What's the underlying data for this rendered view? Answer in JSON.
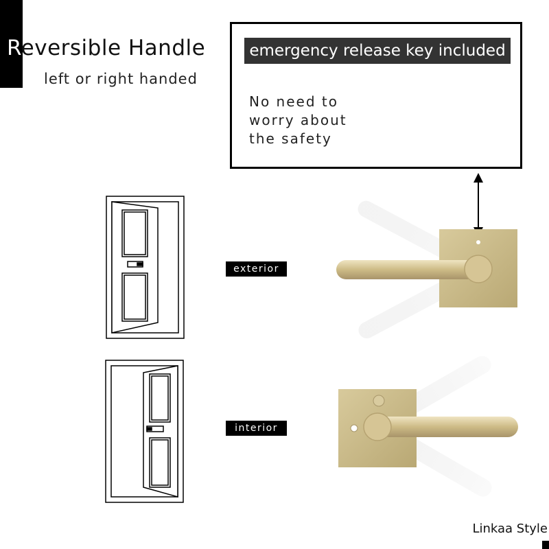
{
  "header": {
    "title_first_letter": "R",
    "title_rest": "eversible Handle",
    "subtitle": "left or right handed"
  },
  "callout": {
    "banner": "emergency release key included",
    "lines": [
      "No need to",
      "worry about",
      "the safety"
    ]
  },
  "labels": {
    "exterior": "exterior",
    "interior": "interior"
  },
  "brand": "Linkaa Style",
  "colors": {
    "brass": "#c9b98a",
    "brass_dark": "#a8976a",
    "key_highlight": "#cc2222",
    "banner_bg": "#333333"
  },
  "icons": [
    "door-open-right-icon",
    "door-open-left-icon",
    "allen-key-icon",
    "double-arrow-icon"
  ]
}
